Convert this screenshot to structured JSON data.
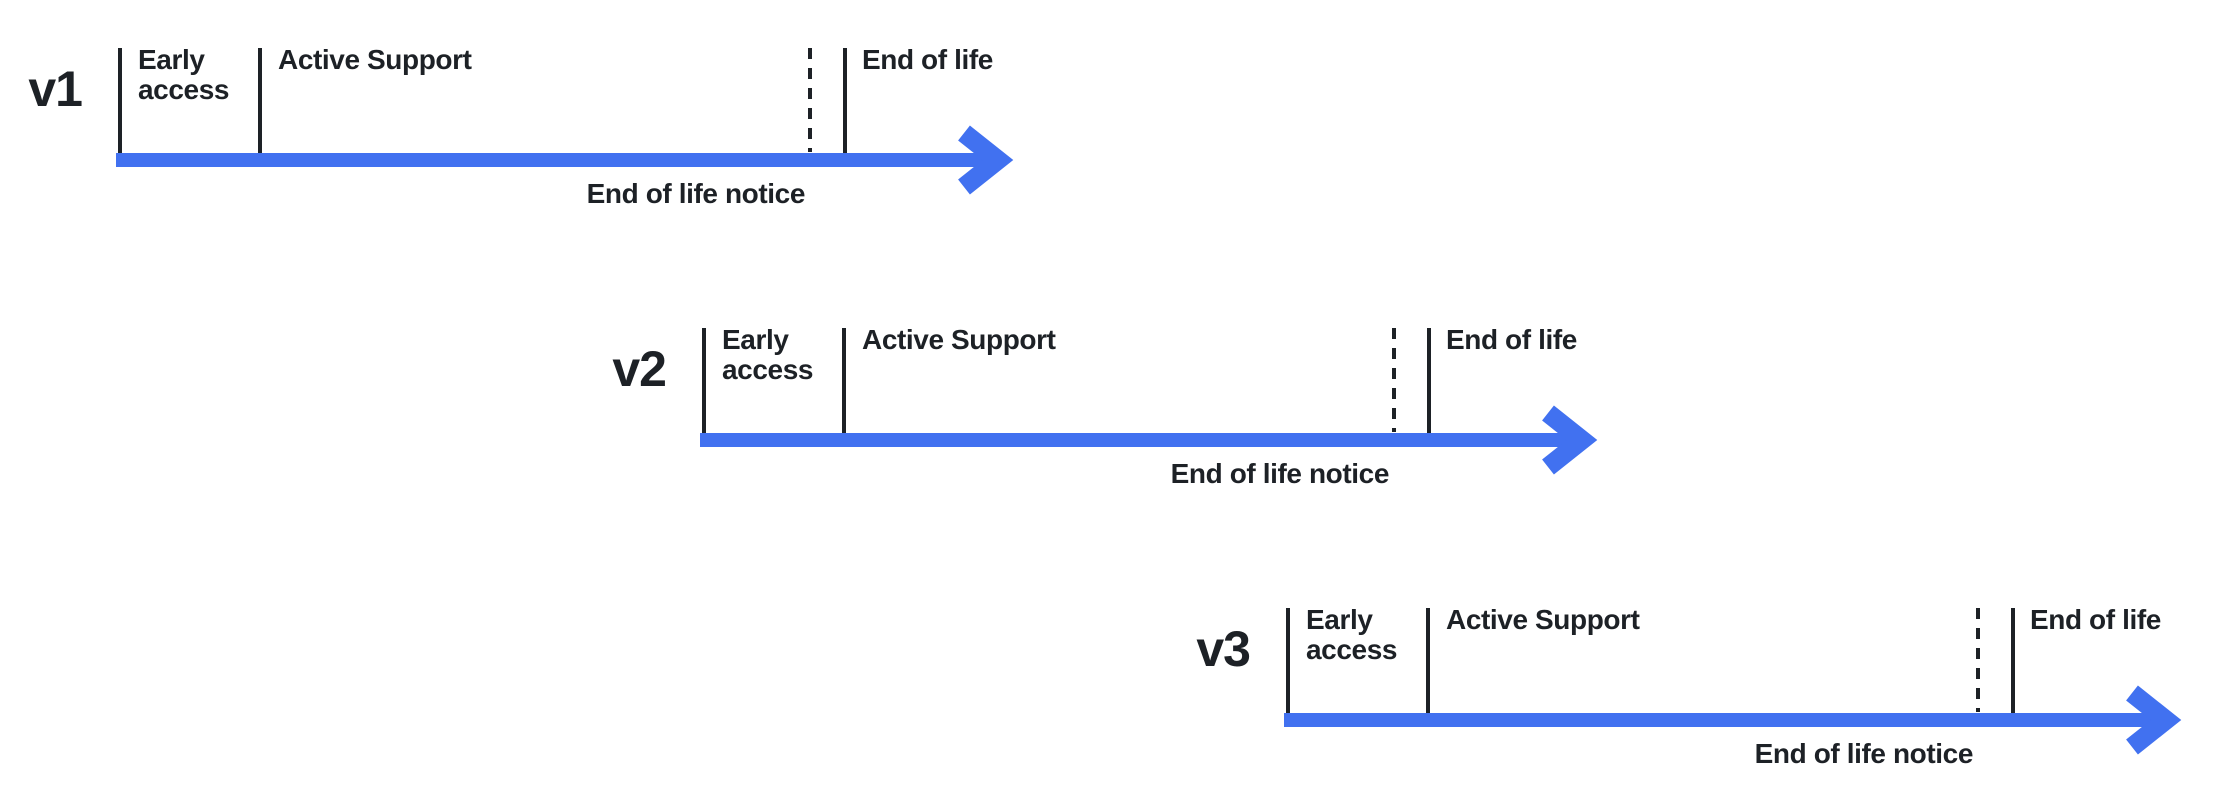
{
  "colors": {
    "background": "#ffffff",
    "accent": "#4171f0",
    "ink": "#1d2126"
  },
  "stages": {
    "early_access": "Early\naccess",
    "active_support": "Active Support",
    "end_of_life": "End of life",
    "end_of_life_notice": "End of life notice"
  },
  "timelines": [
    {
      "version": "v1"
    },
    {
      "version": "v2"
    },
    {
      "version": "v3"
    }
  ]
}
